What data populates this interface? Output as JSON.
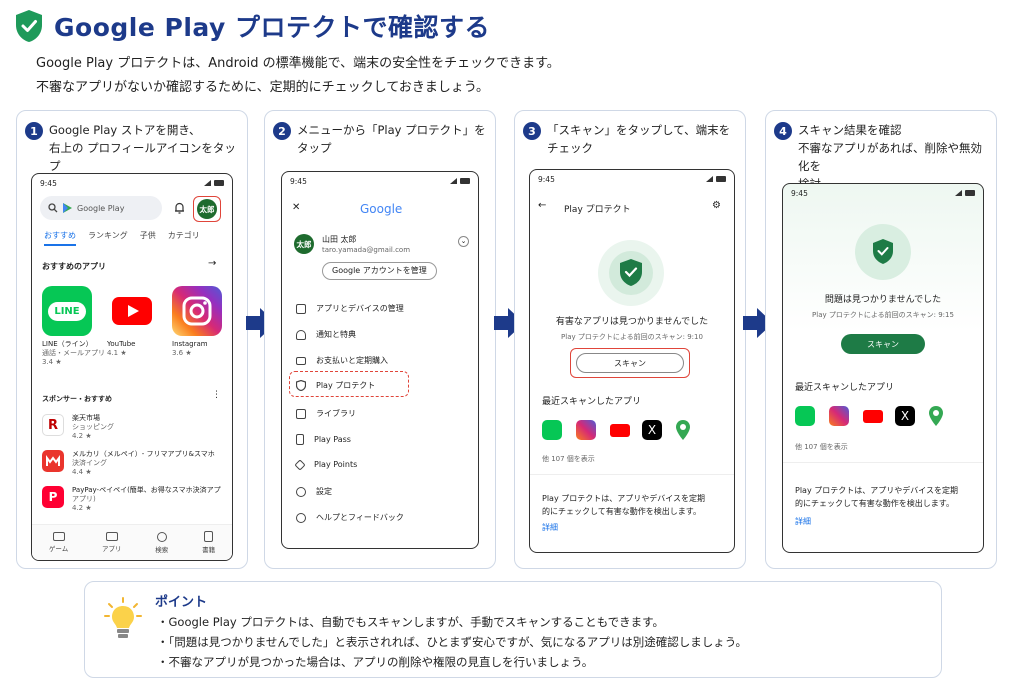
{
  "header": {
    "title": "Google Play プロテクトで確認する",
    "intro_line1": "Google Play プロテクトは、Android の標準機能で、端末の安全性をチェックできます。",
    "intro_line2": "不審なアプリがないか確認するために、定期的にチェックしておきましょう。"
  },
  "steps": [
    {
      "num": "1",
      "line1": "Google Play ストアを開き、",
      "line2": "右上の プロフィールアイコンをタップ"
    },
    {
      "num": "2",
      "line1": "メニューから「Play プロテクト」を",
      "line2": "タップ"
    },
    {
      "num": "3",
      "line1": "「スキャン」をタップして、端末を",
      "line2": "チェック"
    },
    {
      "num": "4",
      "line1": "スキャン結果を確認",
      "line2": "不審なアプリがあれば、削除や無効化を",
      "line3": "検討"
    }
  ],
  "phone1": {
    "time": "9:45",
    "search": "Google Play",
    "avatar": "太郎",
    "tabs": [
      "おすすめ",
      "ランキング",
      "子供",
      "カテゴリ"
    ],
    "section": "おすすめのアプリ",
    "apps": [
      {
        "icon_label": "LINE",
        "name": "LINE（ライン）",
        "sub": "通話・メールアプリ",
        "rating": "3.4 ★"
      },
      {
        "name": "YouTube",
        "rating": "4.1 ★"
      },
      {
        "name": "Instagram",
        "rating": "3.6 ★"
      }
    ],
    "sponsor": "スポンサー・おすすめ",
    "list": [
      {
        "name": "楽天市場",
        "sub": "ショッピング",
        "rating": "4.2 ★"
      },
      {
        "name": "メルカリ（メルペイ）- フリマアプリ&スマホ",
        "sub": "決済イング",
        "rating": "4.4 ★"
      },
      {
        "name": "PayPay-ペイペイ(簡単、お得なスマホ決済アプ",
        "sub": "アプリ)",
        "rating": "4.2 ★"
      }
    ],
    "nav": [
      "ゲーム",
      "アプリ",
      "検索",
      "書籍"
    ]
  },
  "phone2": {
    "time": "9:45",
    "logo": "Google",
    "user_name": "山田 太郎",
    "user_email": "taro.yamada@gmail.com",
    "avatar": "太郎",
    "manage": "Google アカウントを管理",
    "menu": [
      "アプリとデバイスの管理",
      "通知と特典",
      "お支払いと定期購入",
      "Play プロテクト",
      "ライブラリ",
      "Play Pass",
      "Play Points",
      "設定",
      "ヘルプとフィードバック"
    ]
  },
  "phone3": {
    "time": "9:45",
    "title": "Play プロテクト",
    "status": "有害なアプリは見つかりませんでした",
    "last_scan": "Play プロテクトによる前回のスキャン: 9:10",
    "scan_button": "スキャン",
    "recent": "最近スキャンしたアプリ",
    "more": "他 107 個を表示",
    "desc1": "Play プロテクトは、アプリやデバイスを定期",
    "desc2": "的にチェックして有害な動作を検出します。",
    "details": "詳細"
  },
  "phone4": {
    "time": "9:45",
    "status": "問題は見つかりませんでした",
    "last_scan": "Play プロテクトによる前回のスキャン: 9:15",
    "scan_button": "スキャン",
    "recent": "最近スキャンしたアプリ",
    "more": "他 107 個を表示",
    "desc1": "Play プロテクトは、アプリやデバイスを定期",
    "desc2": "的にチェックして有害な動作を検出します。",
    "details": "詳細"
  },
  "point": {
    "title": "ポイント",
    "lines": [
      "・Google Play プロテクトは、自動でもスキャンしますが、手動でスキャンすることもできます。",
      "・「問題は見つかりませんでした」と表示されれば、ひとまず安心ですが、気になるアプリは別途確認しましょう。",
      "・不審なアプリが見つかった場合は、アプリの削除や権限の見直しを行いましょう。"
    ]
  },
  "colors": {
    "accent": "#1d3a8a",
    "green": "#1e7b46",
    "highlight": "#e0453a"
  }
}
